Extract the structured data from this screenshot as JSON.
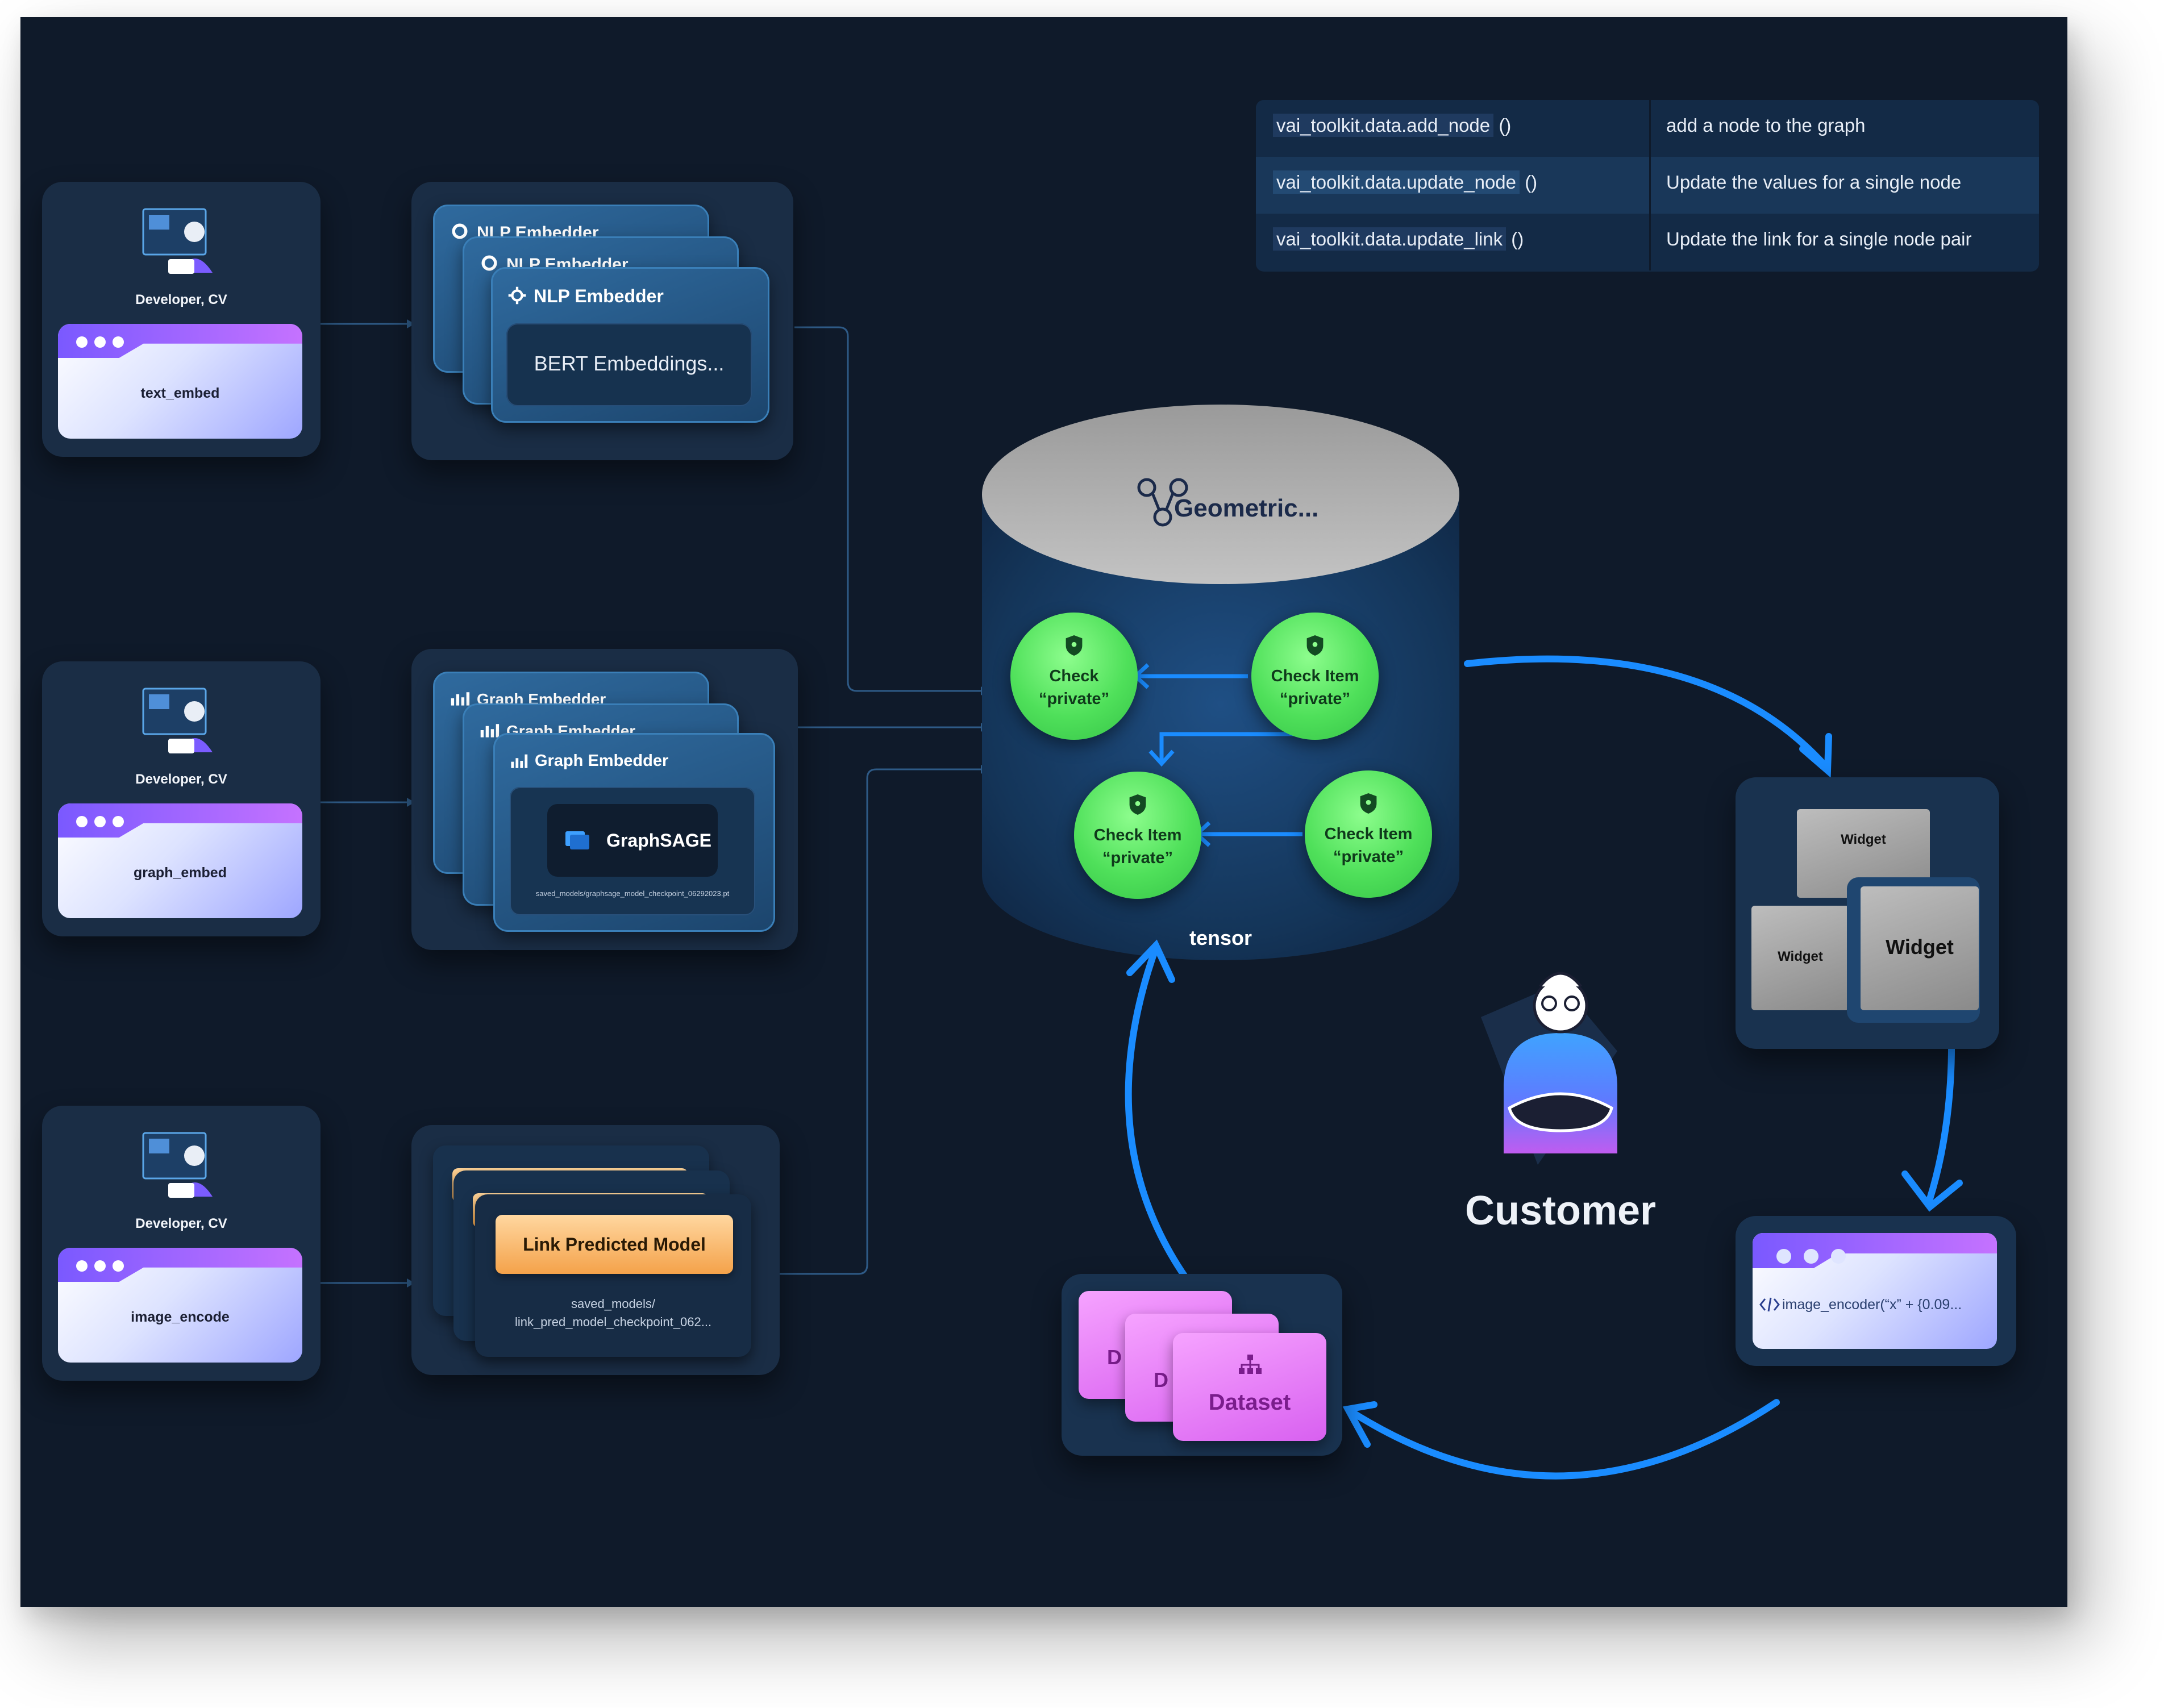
{
  "developers": [
    {
      "role": "Developer, CV",
      "window": "text_embed"
    },
    {
      "role": "Developer, CV",
      "window": "graph_embed"
    },
    {
      "role": "Developer, CV",
      "window": "image_encode"
    }
  ],
  "nlp_stack": {
    "back_titles": [
      "NLP Embedder",
      "NLP Embedder"
    ],
    "title": "NLP Embedder",
    "content": "BERT Embeddings..."
  },
  "graph_stack": {
    "back_titles": [
      "Graph Embedder",
      "Graph Embedder"
    ],
    "title": "Graph Embedder",
    "model": "GraphSAGE",
    "path": "saved_models/graphsage_model_checkpoint_06292023.pt"
  },
  "link_stack": {
    "title": "Link Predicted Model",
    "path_line1": "saved_models/",
    "path_line2": "link_pred_model_checkpoint_062..."
  },
  "api_table": [
    {
      "fn": "vai_toolkit.data.add_node",
      "parens": "()",
      "desc": "add a node to the graph"
    },
    {
      "fn": "vai_toolkit.data.update_node",
      "parens": "()",
      "desc": "Update the values for a single node"
    },
    {
      "fn": "vai_toolkit.data.update_link",
      "parens": "()",
      "desc": "Update the link for a single node pair"
    }
  ],
  "database": {
    "title": "Geometric...",
    "label": "tensor",
    "checks": [
      {
        "line1": "Check",
        "line2": "“private”"
      },
      {
        "line1": "Check Item",
        "line2": "“private”"
      },
      {
        "line1": "Check Item",
        "line2": "“private”"
      },
      {
        "line1": "Check Item",
        "line2": "“private”"
      }
    ]
  },
  "widgets": [
    "Widget",
    "Widget",
    "Widget"
  ],
  "code_window": {
    "text": "image_encoder(“x” + {0.09..."
  },
  "dataset": {
    "back_letters": [
      "D",
      "D"
    ],
    "label": "Dataset"
  },
  "customer": {
    "label": "Customer"
  },
  "colors": {
    "background": "#0f1a2a",
    "panel": "#1a2d45",
    "accent_blue": "#1a8cff",
    "check_green": "#4fe05a",
    "dataset_pink": "#e27af5"
  }
}
